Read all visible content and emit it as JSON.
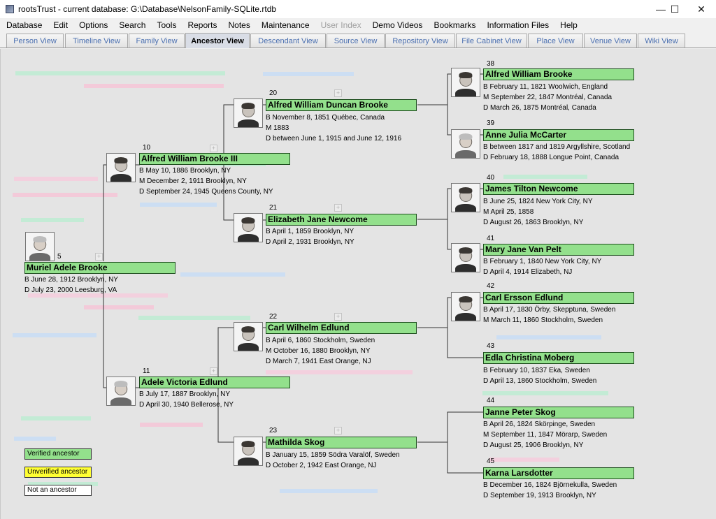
{
  "window": {
    "title": "rootsTrust - current database: G:\\Database\\NelsonFamily-SQLite.rtdb",
    "minimize": "—",
    "maximize": "☐",
    "close": "✕"
  },
  "menu": [
    {
      "label": "Database",
      "disabled": false
    },
    {
      "label": "Edit",
      "disabled": false
    },
    {
      "label": "Options",
      "disabled": false
    },
    {
      "label": "Search",
      "disabled": false
    },
    {
      "label": "Tools",
      "disabled": false
    },
    {
      "label": "Reports",
      "disabled": false
    },
    {
      "label": "Notes",
      "disabled": false
    },
    {
      "label": "Maintenance",
      "disabled": false
    },
    {
      "label": "User Index",
      "disabled": true
    },
    {
      "label": "Demo Videos",
      "disabled": false
    },
    {
      "label": "Bookmarks",
      "disabled": false
    },
    {
      "label": "Information Files",
      "disabled": false
    },
    {
      "label": "Help",
      "disabled": false
    }
  ],
  "tabs": [
    {
      "label": "Person View",
      "active": false
    },
    {
      "label": "Timeline View",
      "active": false
    },
    {
      "label": "Family View",
      "active": false
    },
    {
      "label": "Ancestor View",
      "active": true
    },
    {
      "label": "Descendant View",
      "active": false
    },
    {
      "label": "Source View",
      "active": false
    },
    {
      "label": "Repository View",
      "active": false
    },
    {
      "label": "File Cabinet View",
      "active": false
    },
    {
      "label": "Place View",
      "active": false
    },
    {
      "label": "Venue View",
      "active": false
    },
    {
      "label": "Wiki View",
      "active": false
    }
  ],
  "colors": {
    "verified": "#93e08c",
    "unverified": "#ffff33",
    "not_ancestor": "#ffffff"
  },
  "people": [
    {
      "id": 5,
      "num": "5",
      "name": "Muriel Adele Brooke",
      "status": "verified",
      "portrait": "elderly-woman-photo",
      "facts": [
        "B June 28, 1912 Brooklyn, NY",
        "D July 23, 2000 Leesburg, VA"
      ]
    },
    {
      "id": 10,
      "num": "10",
      "name": "Alfred William Brooke III",
      "status": "verified",
      "portrait": "young-man-photo",
      "facts": [
        "B May 10, 1886 Brooklyn, NY",
        "M December 2, 1911 Brooklyn, NY",
        "D September 24, 1945 Queens County, NY"
      ]
    },
    {
      "id": 11,
      "num": "11",
      "name": "Adele Victoria Edlund",
      "status": "verified",
      "portrait": "woman-hat-photo",
      "facts": [
        "B July 17, 1887 Brooklyn, NY",
        "D April 30, 1940 Bellerose, NY"
      ]
    },
    {
      "id": 20,
      "num": "20",
      "name": "Alfred William Duncan Brooke",
      "status": "verified",
      "portrait": "man-photo",
      "facts": [
        "B November 8, 1851 Québec, Canada",
        "M 1883",
        "D between June 1, 1915 and June 12, 1916"
      ]
    },
    {
      "id": 21,
      "num": "21",
      "name": "Elizabeth Jane Newcome",
      "status": "verified",
      "portrait": "woman-photo",
      "facts": [
        "B April 1, 1859 Brooklyn, NY",
        "D April 2, 1931 Brooklyn, NY"
      ]
    },
    {
      "id": 22,
      "num": "22",
      "name": "Carl Wilhelm Edlund",
      "status": "verified",
      "portrait": "man-photo",
      "facts": [
        "B April 6, 1860 Stockholm, Sweden",
        "M October 16, 1880 Brooklyn, NY",
        "D March 7, 1941 East Orange, NJ"
      ]
    },
    {
      "id": 23,
      "num": "23",
      "name": "Mathilda Skog",
      "status": "verified",
      "portrait": "woman-photo",
      "facts": [
        "B January 15, 1859 Södra Varalöf, Sweden",
        "D October 2, 1942 East Orange, NJ"
      ]
    },
    {
      "id": 38,
      "num": "38",
      "name": "Alfred William Brooke",
      "status": "verified",
      "portrait": "man-photo",
      "facts": [
        "B February 11, 1821 Woolwich, England",
        "M September 22, 1847 Montréal, Canada",
        "D March 26, 1875 Montréal, Canada"
      ]
    },
    {
      "id": 39,
      "num": "39",
      "name": "Anne Julia McCarter",
      "status": "verified",
      "portrait": "elderly-woman-photo",
      "facts": [
        "B between 1817 and 1819 Argyllshire, Scotland",
        "D February 18, 1888 Longue Point, Canada"
      ]
    },
    {
      "id": 40,
      "num": "40",
      "name": "James Tilton Newcome",
      "status": "verified",
      "portrait": "man-photo",
      "facts": [
        "B June 25, 1824 New York City, NY",
        "M April 25, 1858",
        "D August 26, 1863 Brooklyn, NY"
      ]
    },
    {
      "id": 41,
      "num": "41",
      "name": "Mary Jane Van Pelt",
      "status": "verified",
      "portrait": "woman-photo",
      "facts": [
        "B February 1, 1840 New York City, NY",
        "D April 4, 1914 Elizabeth, NJ"
      ]
    },
    {
      "id": 42,
      "num": "42",
      "name": "Carl Ersson Edlund",
      "status": "verified",
      "portrait": "man-photo",
      "facts": [
        "B April 17, 1830 Örby, Skepptuna, Sweden",
        "M March 11, 1860 Stockholm, Sweden"
      ]
    },
    {
      "id": 43,
      "num": "43",
      "name": "Edla Christina Moberg",
      "status": "verified",
      "portrait": "",
      "facts": [
        "B February 10, 1837 Eka, Sweden",
        "D April 13, 1860 Stockholm, Sweden"
      ]
    },
    {
      "id": 44,
      "num": "44",
      "name": "Janne Peter Skog",
      "status": "verified",
      "portrait": "",
      "facts": [
        "B April 26, 1824 Skörpinge, Sweden",
        "M September 11, 1847 Mörarp, Sweden",
        "D August 25, 1906 Brooklyn, NY"
      ]
    },
    {
      "id": 45,
      "num": "45",
      "name": "Karna Larsdotter",
      "status": "verified",
      "portrait": "",
      "facts": [
        "B December 16, 1824 Björnekulla, Sweden",
        "D September 19, 1913 Brooklyn, NY"
      ]
    }
  ],
  "expand_symbol": "+",
  "legend": [
    {
      "label": "Verified ancestor",
      "color": "#93e08c"
    },
    {
      "label": "Unverified ancestor",
      "color": "#ffff33"
    },
    {
      "label": "Not an ancestor",
      "color": "#ffffff"
    }
  ]
}
